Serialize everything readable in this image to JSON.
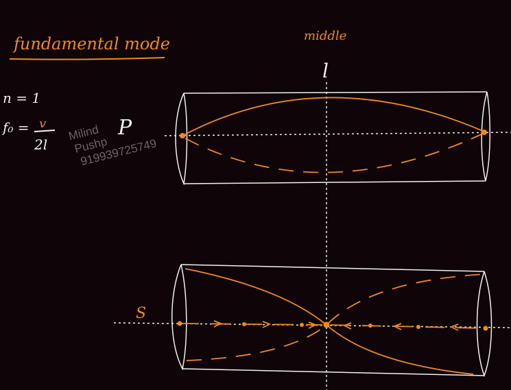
{
  "title": "fundamental mode",
  "middle_label": "middle",
  "length_symbol": "l",
  "harmonic": "n = 1",
  "frequency": {
    "lhs": "f₀ =",
    "numerator": "v",
    "denominator": "2l"
  },
  "label_P": "P",
  "label_S": "S",
  "watermark": [
    "Milind",
    "Pushp",
    "919939725749"
  ],
  "colors": {
    "background": "#0f0407",
    "ink_white": "#f2f2f2",
    "ink_orange": "#f08a1c",
    "watermark": "#6b6468"
  }
}
